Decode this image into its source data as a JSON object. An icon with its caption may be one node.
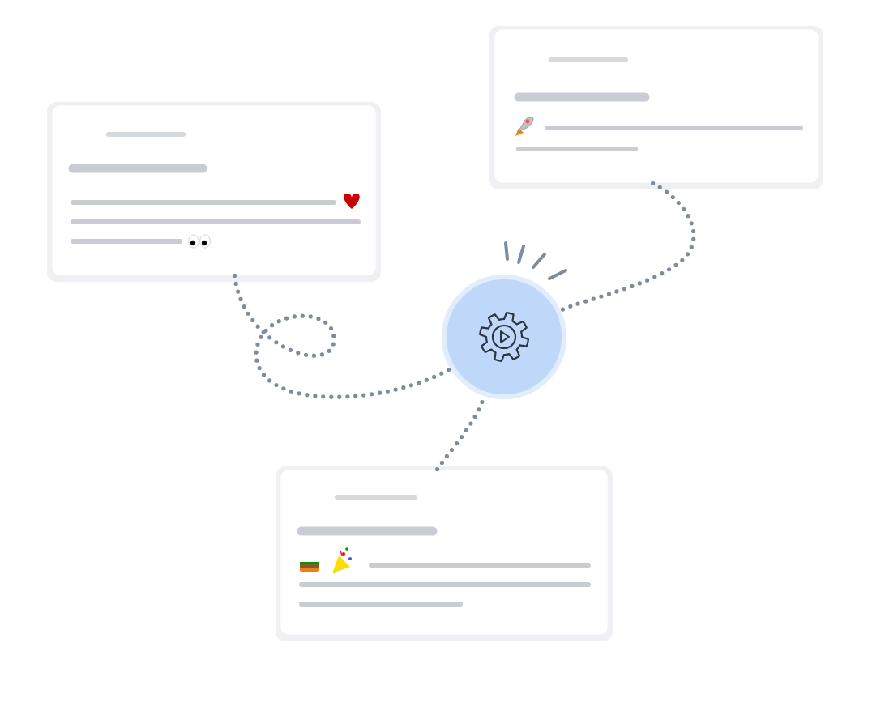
{
  "diagram": {
    "nodes": [
      {
        "text": [],
        "shape": "box"
      },
      {
        "text": [],
        "shape": "box"
      },
      {
        "text": [],
        "shape": "circle"
      },
      {
        "text": [],
        "shape": "box"
      }
    ],
    "edges": [
      {
        "from": 1,
        "to": 2,
        "arrow": "none"
      },
      {
        "from": 0,
        "to": 2,
        "arrow": "none"
      },
      {
        "from": 3,
        "to": 2,
        "arrow": "none"
      }
    ]
  }
}
